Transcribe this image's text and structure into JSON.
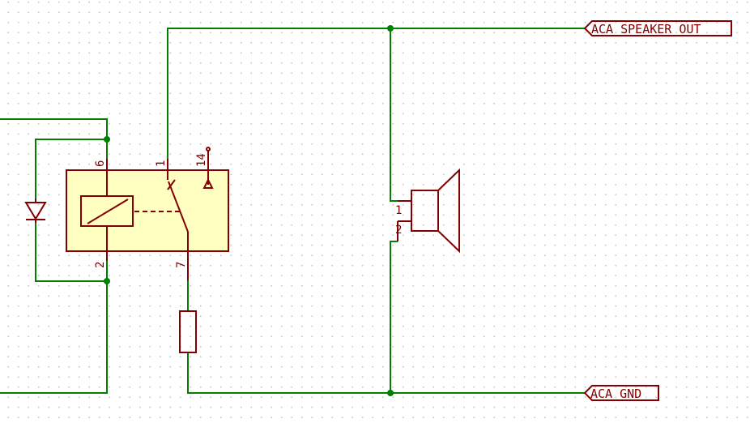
{
  "labels": {
    "speaker_out": "ACA_SPEAKER_OUT",
    "gnd": "ACA_GND"
  },
  "relay": {
    "pins": {
      "coil_top": "6",
      "coil_bottom": "2",
      "common": "1",
      "nc": "14",
      "no": "7"
    }
  },
  "speaker": {
    "pins": {
      "plus": "1",
      "minus": "2"
    }
  },
  "colors": {
    "wire": "#007f00",
    "symbol": "#840000",
    "relay_fill": "#ffffc2",
    "background": "#ffffff"
  }
}
